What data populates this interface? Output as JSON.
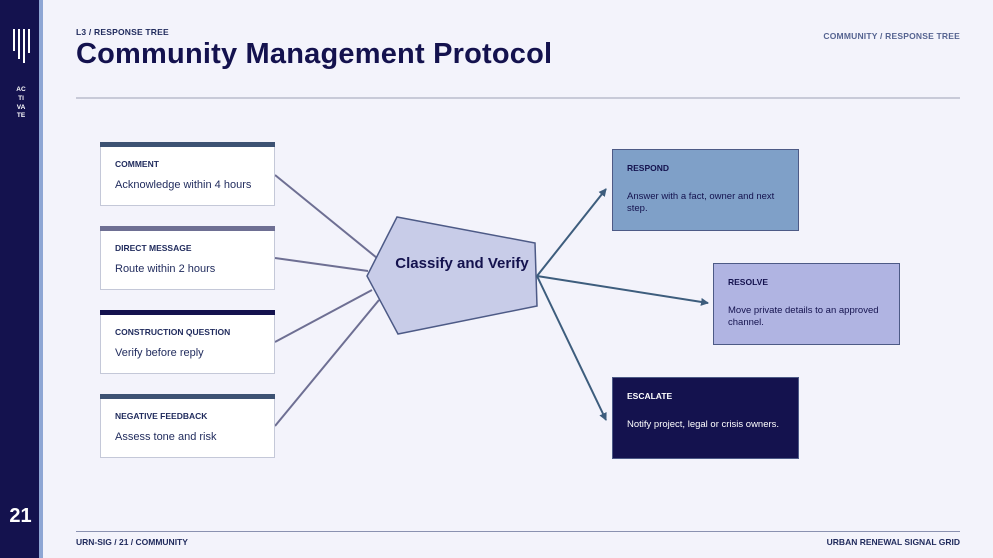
{
  "sidebar": {
    "brand_vertical": "ACTIVATE",
    "slide_number": "21"
  },
  "header": {
    "eyebrow": "L3 / RESPONSE TREE",
    "title": "Community Management Protocol",
    "section_label": "COMMUNITY / RESPONSE TREE"
  },
  "inputs": [
    {
      "label": "COMMENT",
      "text": "Acknowledge within 4 hours",
      "accent": "#3d5273"
    },
    {
      "label": "DIRECT MESSAGE",
      "text": "Route within 2 hours",
      "accent": "#6e6f93"
    },
    {
      "label": "CONSTRUCTION QUESTION",
      "text": "Verify before reply",
      "accent": "#14124e"
    },
    {
      "label": "NEGATIVE FEEDBACK",
      "text": "Assess tone and risk",
      "accent": "#3d5273"
    }
  ],
  "hub": {
    "label": "Classify and Verify",
    "fill": "#c8cce8"
  },
  "outputs": [
    {
      "label": "RESPOND",
      "text": "Answer with a fact, owner and next step.",
      "fill": "#7fa0c8",
      "text_color": "#14124e"
    },
    {
      "label": "RESOLVE",
      "text": "Move private details to an approved channel.",
      "fill": "#b0b4e2",
      "text_color": "#14124e"
    },
    {
      "label": "ESCALATE",
      "text": "Notify project, legal or crisis owners.",
      "fill": "#14124e",
      "text_color": "#ffffff"
    }
  ],
  "footer": {
    "left": "URN-SIG / 21 / COMMUNITY",
    "right": "URBAN RENEWAL SIGNAL GRID"
  },
  "colors": {
    "sidebar": "#14124e",
    "accent_stripe": "#8ea6d4",
    "input_connector": "#6e6f93",
    "output_connector": "#3d5d7d"
  }
}
